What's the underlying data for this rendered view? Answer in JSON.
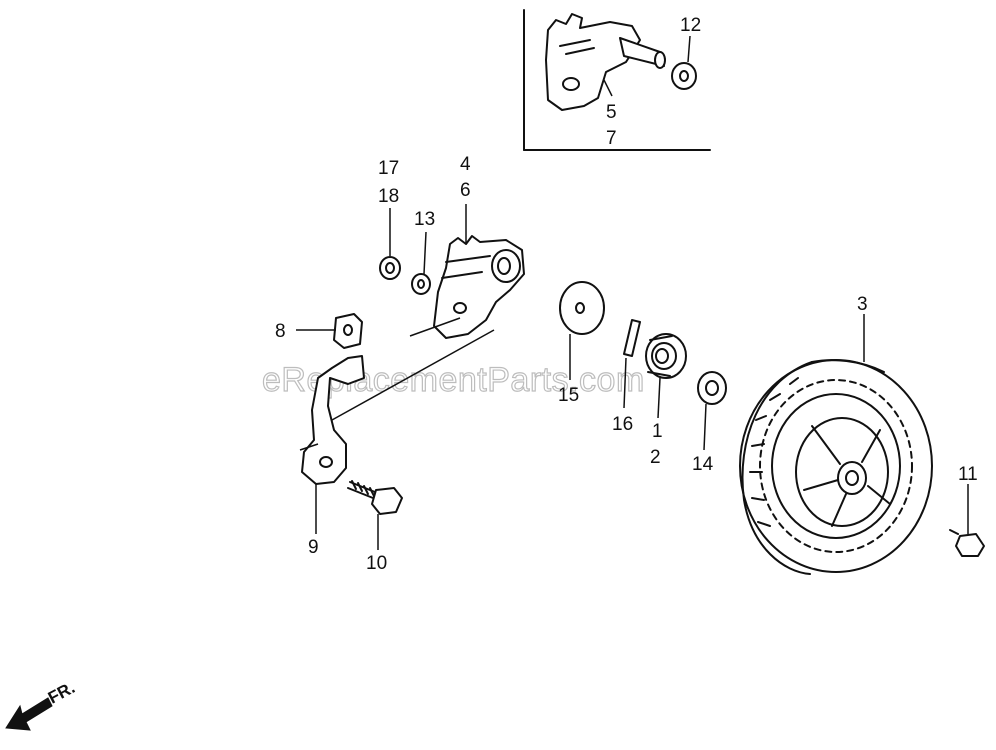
{
  "watermark": "eReplacementParts.com",
  "direction_label": "FR.",
  "colors": {
    "ink": "#111111",
    "watermark": "#bdbdbd",
    "background": "#ffffff"
  },
  "callouts": {
    "c1": "1",
    "c2": "2",
    "c3": "3",
    "c4": "4",
    "c5": "5",
    "c6": "6",
    "c7": "7",
    "c8": "8",
    "c9": "9",
    "c10": "10",
    "c11": "11",
    "c12": "12",
    "c13": "13",
    "c14": "14",
    "c15": "15",
    "c16": "16",
    "c17": "17",
    "c18": "18"
  },
  "icons": {
    "direction": "front-direction-arrow-icon",
    "parts": [
      "wheel-icon",
      "bracket-icon",
      "washer-icon",
      "bolt-icon",
      "bearing-icon",
      "pin-icon",
      "nut-icon"
    ]
  }
}
